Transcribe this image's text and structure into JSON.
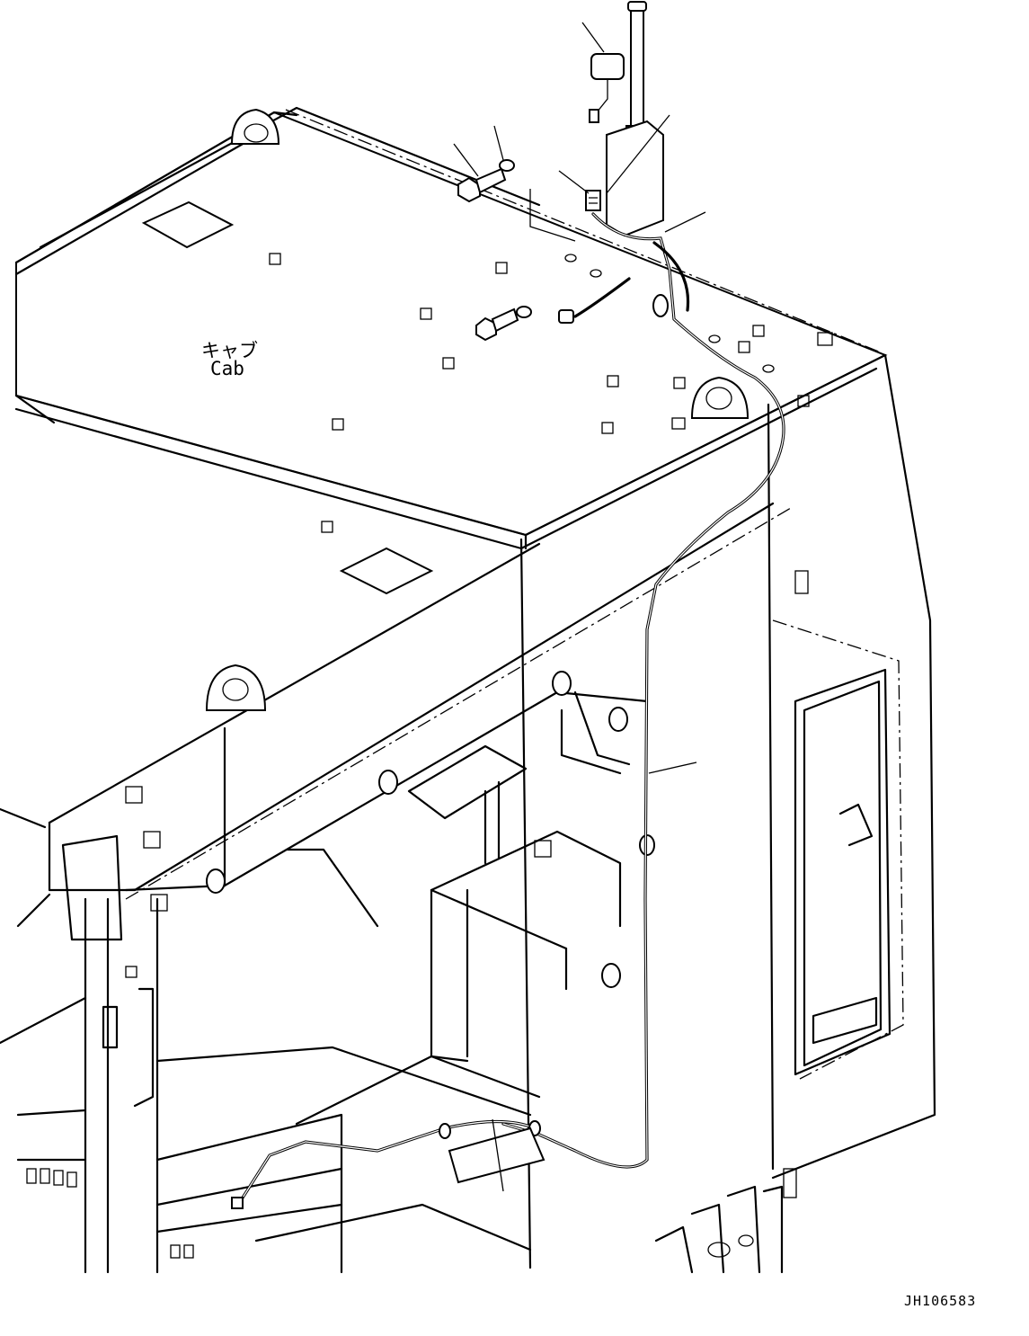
{
  "labels": {
    "cab_jp": "キャブ",
    "cab_en": "Cab"
  },
  "drawing_number": "JH106583",
  "colors": {
    "line": "#000000",
    "background": "#ffffff"
  }
}
